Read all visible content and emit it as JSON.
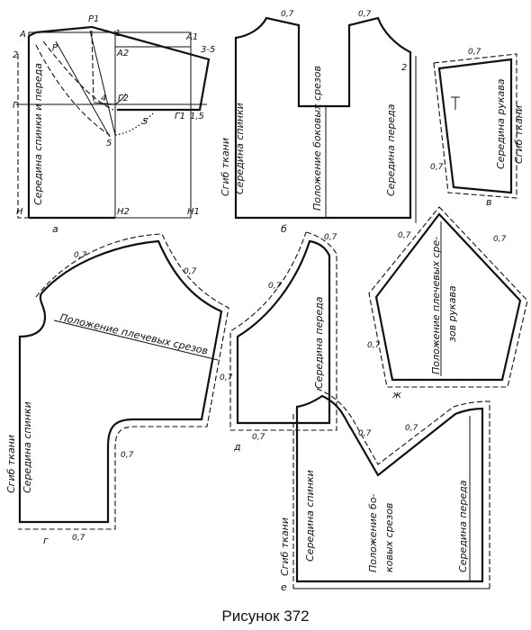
{
  "caption": "Рисунок 372",
  "allowance": "0,7",
  "labels": {
    "back_front_center": "Середина спинки и переда",
    "fold": "Сгиб ткани",
    "back_center": "Середина спинки",
    "front_center": "Середина переда",
    "side_seams": "Положение боковых срезов",
    "sleeve_center": "Середина рукава",
    "shoulder_seams": "Положение плечевых срезов",
    "shoulder_seams_sleeve_1": "Положение плечевых сре-",
    "shoulder_seams_sleeve_2": "зов рукава",
    "side_seams_split_1": "Положение бо-",
    "side_seams_split_2": "ковых срезов"
  },
  "points": {
    "A": "А",
    "P1": "Р1",
    "P": "Р",
    "one": "1",
    "A1": "А1",
    "three_five": "3-5",
    "two": "2",
    "A2": "А2",
    "G": "Г",
    "G2": "Г2",
    "four": "4",
    "five": "5",
    "G1": "Г1",
    "one_five": "1,5",
    "H": "Н",
    "H2": "Н2",
    "H1": "Н1"
  },
  "panel_letters": [
    "а",
    "б",
    "в",
    "г",
    "д",
    "ж",
    "е"
  ]
}
